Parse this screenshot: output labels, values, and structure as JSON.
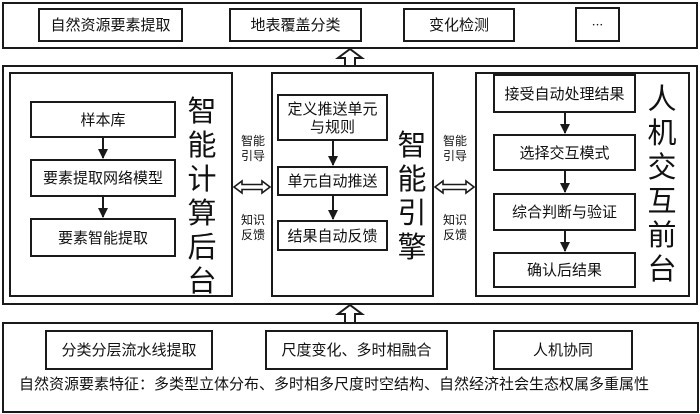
{
  "applications": {
    "items": [
      "自然资源要素提取",
      "地表覆盖分类",
      "变化检测",
      "···"
    ]
  },
  "backend": {
    "title": "智能计算后台",
    "steps": [
      "样本库",
      "要素提取网络模型",
      "要素智能提取"
    ]
  },
  "engine": {
    "title": "智能引擎",
    "steps": [
      "定义推送单元与规则",
      "单元自动推送",
      "结果自动反馈"
    ]
  },
  "frontend": {
    "title": "人机交互前台",
    "steps": [
      "接受自动处理结果",
      "选择交互模式",
      "综合判断与验证",
      "确认后结果"
    ]
  },
  "links": {
    "guide_label": "智能引导",
    "feedback_label": "知识反馈"
  },
  "foundation": {
    "items": [
      "分类分层流水线提取",
      "尺度变化、多时相融合",
      "人机协同"
    ],
    "features": "自然资源要素特征：多类型立体分布、多时相多尺度时空结构、自然经济社会生态权属多重属性"
  },
  "colors": {
    "stroke": "#1a1a1a",
    "background": "#ffffff"
  }
}
